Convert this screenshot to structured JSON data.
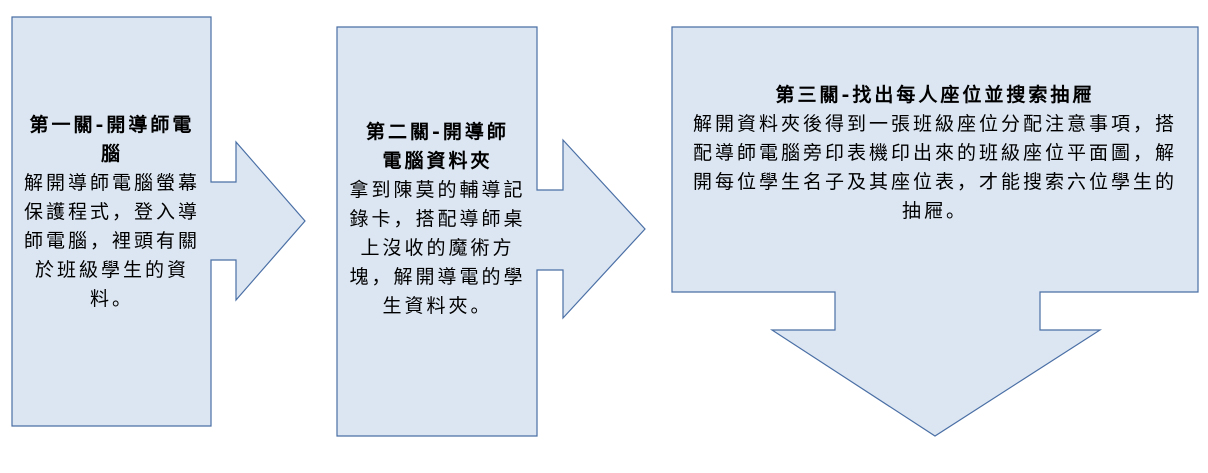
{
  "colors": {
    "fill": "#dce6f2",
    "stroke": "#4a6fa5"
  },
  "steps": [
    {
      "title": "第一關-開導師電腦",
      "body": "解開導師電腦螢幕保護程式，登入導師電腦，裡頭有關於班級學生的資料。"
    },
    {
      "title": "第二關-開導師電腦資料夾",
      "body": "拿到陳莫的輔導記錄卡，搭配導師桌上沒收的魔術方塊，解開導電的學生資料夾。"
    },
    {
      "title": "第三關-找出每人座位並搜索抽屜",
      "body": "解開資料夾後得到一張班級座位分配注意事項，搭配導師電腦旁印表機印出來的班級座位平面圖，解開每位學生名子及其座位表，才能搜索六位學生的抽屜。"
    }
  ]
}
